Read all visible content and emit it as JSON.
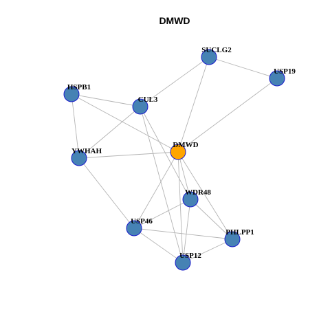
{
  "title": "DMWD",
  "colors": {
    "node_fill": "#4682b4",
    "focus_fill": "#ffa500",
    "node_border": "#1a1acc",
    "edge": "#b3b3b3"
  },
  "nodes": [
    {
      "id": "SUCLG2",
      "label": "SUCLG2",
      "focus": false
    },
    {
      "id": "USP19",
      "label": "USP19",
      "focus": false
    },
    {
      "id": "HSPB1",
      "label": "HSPB1",
      "focus": false
    },
    {
      "id": "CUL3",
      "label": "CUL3",
      "focus": false
    },
    {
      "id": "DMWD",
      "label": "DMWD",
      "focus": true
    },
    {
      "id": "YWHAH",
      "label": "YWHAH",
      "focus": false
    },
    {
      "id": "WDR48",
      "label": "WDR48",
      "focus": false
    },
    {
      "id": "USP46",
      "label": "USP46",
      "focus": false
    },
    {
      "id": "PHLPP1",
      "label": "PHLPP1",
      "focus": false
    },
    {
      "id": "USP12",
      "label": "USP12",
      "focus": false
    }
  ],
  "edges": [
    [
      "SUCLG2",
      "USP19"
    ],
    [
      "SUCLG2",
      "CUL3"
    ],
    [
      "SUCLG2",
      "DMWD"
    ],
    [
      "USP19",
      "DMWD"
    ],
    [
      "HSPB1",
      "CUL3"
    ],
    [
      "HSPB1",
      "DMWD"
    ],
    [
      "HSPB1",
      "YWHAH"
    ],
    [
      "CUL3",
      "YWHAH"
    ],
    [
      "CUL3",
      "WDR48"
    ],
    [
      "CUL3",
      "USP12"
    ],
    [
      "DMWD",
      "YWHAH"
    ],
    [
      "DMWD",
      "WDR48"
    ],
    [
      "DMWD",
      "USP46"
    ],
    [
      "DMWD",
      "PHLPP1"
    ],
    [
      "DMWD",
      "USP12"
    ],
    [
      "YWHAH",
      "USP46"
    ],
    [
      "WDR48",
      "USP46"
    ],
    [
      "WDR48",
      "PHLPP1"
    ],
    [
      "WDR48",
      "USP12"
    ],
    [
      "USP46",
      "PHLPP1"
    ],
    [
      "USP46",
      "USP12"
    ],
    [
      "PHLPP1",
      "USP12"
    ]
  ]
}
